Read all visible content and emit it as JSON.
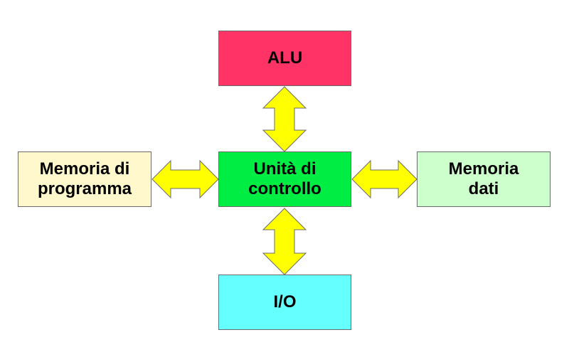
{
  "diagram": {
    "alu": {
      "label": "ALU",
      "color": "#ff3366"
    },
    "control_unit": {
      "label": "Unità di\ncontrollo",
      "color": "#00ee44"
    },
    "io": {
      "label": "I/O",
      "color": "#66ffff"
    },
    "program_memory": {
      "label": "Memoria di\nprogramma",
      "color": "#fff8cc"
    },
    "data_memory": {
      "label": "Memoria\ndati",
      "color": "#ccffcc"
    },
    "arrow_color": "#ffff00"
  }
}
